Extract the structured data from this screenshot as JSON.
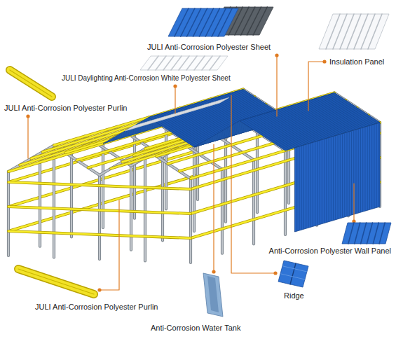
{
  "diagram": {
    "labels": [
      "JULI Anti-Corrosion Polyester Sheet",
      "Insulation Panel",
      "JULI Daylighting Anti-Corrosion White Polyester Sheet",
      "JULI Anti-Corrosion Polyester Purlin",
      "Anti-Corrosion Polyester Wall Panel",
      "Ridge",
      "JULI Anti-Corrosion Polyester Purlin",
      "Anti-Corrosion Water Tank"
    ]
  }
}
